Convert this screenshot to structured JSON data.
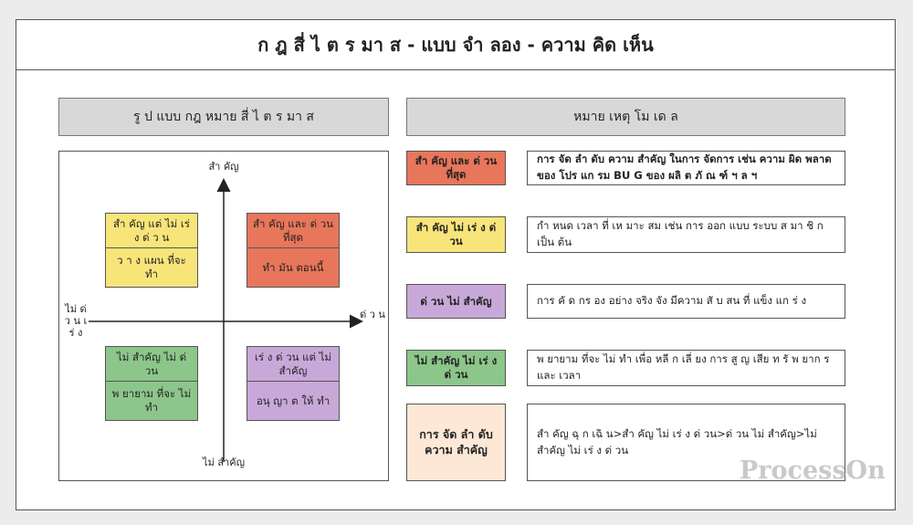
{
  "title": "ก ฎ สี่ ไ ต ร มา ส  -  แบบ จำ ลอง  -  ความ คิด เห็น",
  "left_header": "รู ป แบบ กฎ หมาย สี่ ไ ต ร มา ส",
  "right_header": "หมาย เหตุ โม เด ล",
  "axes": {
    "top": "สำ คัญ",
    "bottom": "ไม่ สำคัญ",
    "left": "ไม่ ด่ ว น เ ร่ ง",
    "right": "ด่ ว น"
  },
  "quadrants": {
    "tl_top": "สำ คัญ แต่ ไม่ เร่ ง ด่ ว น",
    "tl_bottom": "ว า ง แผน ที่จะ ทำ",
    "tr_top": "สำ คัญ และ ด่ วน ที่สุด",
    "tr_bottom": "ทำ มัน ตอนนี้",
    "bl_top": "ไม่ สำคัญ ไม่ ด่ วน",
    "bl_bottom": "พ ยายาม ที่จะ ไม่ ทำ",
    "br_top": "เร่ ง ด่ วน แต่ ไม่ สำคัญ",
    "br_bottom": "อนุ ญา ต ให้ ทำ"
  },
  "notes": [
    {
      "label": "สำ คัญ และ ด่ วน ที่สุด",
      "color": "#e8765a",
      "text": "การ จัด ลำ ดับ ความ สำคัญ ในการ จัดการ เช่น ความ ผิด พลาด ของ โปร แก รม  BU G  ของ ผลิ ต ภั ณ ฑ์   ฯ ล ฯ"
    },
    {
      "label": "สำ คัญ ไม่ เร่ ง ด่ วน",
      "color": "#f8e57a",
      "text": "กำ หนด เวลา ที่ เห มาะ สม  เช่น  การ ออก แบบ ระบบ ส มา ชิ ก  เป็น ต้น"
    },
    {
      "label": "ด่ วน ไม่ สำคัญ",
      "color": "#c8a8d8",
      "text": "การ คั ด กร อง อย่าง จริง จัง มีความ สั บ สน ที่ แข็ง แก ร่ ง"
    },
    {
      "label": "ไม่ สำคัญ ไม่ เร่ ง ด่ วน",
      "color": "#8cc68a",
      "text": "พ ยายาม ที่จะ ไม่ ทำ เพื่อ หลี ก เลี่ ยง การ สู ญ เสีย ท รั พ ยาก ร และ เวลา"
    },
    {
      "label": "การ จัด ลำ ดับ ความ สำคัญ",
      "color": "#fde8d8",
      "text": "สำ คัญ  ฉุ ก เฉิ น>สำ คัญ  ไม่  เร่ ง ด่ วน>ด่ วน  ไม่ สำคัญ>ไม่ สำคัญ  ไม่ เร่ ง ด่ วน"
    }
  ],
  "watermark": "ProcessOn"
}
